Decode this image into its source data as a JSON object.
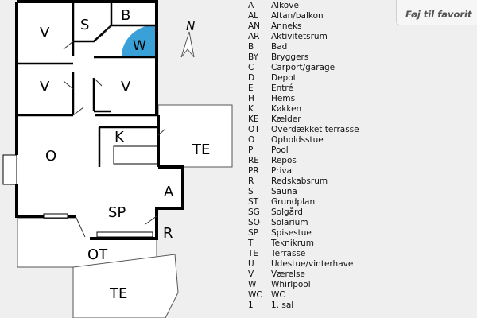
{
  "fav_button": {
    "label": "Føj til favorit"
  },
  "floorplan": {
    "north_label": "N",
    "rooms": {
      "v1": "V",
      "s": "S",
      "b": "B",
      "w": "W",
      "v2": "V",
      "v3": "V",
      "k": "K",
      "te1": "TE",
      "o": "O",
      "a": "A",
      "sp": "SP",
      "r": "R",
      "ot": "OT",
      "te2": "TE"
    },
    "colors": {
      "whirlpool": "#3aa0d8",
      "walls": "#000000",
      "floor": "#ffffff"
    }
  },
  "legend": [
    {
      "code": "A",
      "label": "Alkove"
    },
    {
      "code": "AL",
      "label": "Altan/balkon"
    },
    {
      "code": "AN",
      "label": "Anneks"
    },
    {
      "code": "AR",
      "label": "Aktivitetsrum"
    },
    {
      "code": "B",
      "label": "Bad"
    },
    {
      "code": "BY",
      "label": "Bryggers"
    },
    {
      "code": "C",
      "label": "Carport/garage"
    },
    {
      "code": "D",
      "label": "Depot"
    },
    {
      "code": "E",
      "label": "Entré"
    },
    {
      "code": "H",
      "label": "Hems"
    },
    {
      "code": "K",
      "label": "Køkken"
    },
    {
      "code": "KE",
      "label": "Kælder"
    },
    {
      "code": "OT",
      "label": "Overdækket terrasse"
    },
    {
      "code": "O",
      "label": "Opholdsstue"
    },
    {
      "code": "P",
      "label": "Pool"
    },
    {
      "code": "RE",
      "label": "Repos"
    },
    {
      "code": "PR",
      "label": "Privat"
    },
    {
      "code": "R",
      "label": "Redskabsrum"
    },
    {
      "code": "S",
      "label": "Sauna"
    },
    {
      "code": "ST",
      "label": "Grundplan"
    },
    {
      "code": "SG",
      "label": "Solgård"
    },
    {
      "code": "SO",
      "label": "Solarium"
    },
    {
      "code": "SP",
      "label": "Spisestue"
    },
    {
      "code": "T",
      "label": "Teknikrum"
    },
    {
      "code": "TE",
      "label": "Terrasse"
    },
    {
      "code": "U",
      "label": "Udestue/vinterhave"
    },
    {
      "code": "V",
      "label": "Værelse"
    },
    {
      "code": "W",
      "label": "Whirlpool"
    },
    {
      "code": "WC",
      "label": "WC"
    },
    {
      "code": "1",
      "label": "1. sal"
    }
  ]
}
